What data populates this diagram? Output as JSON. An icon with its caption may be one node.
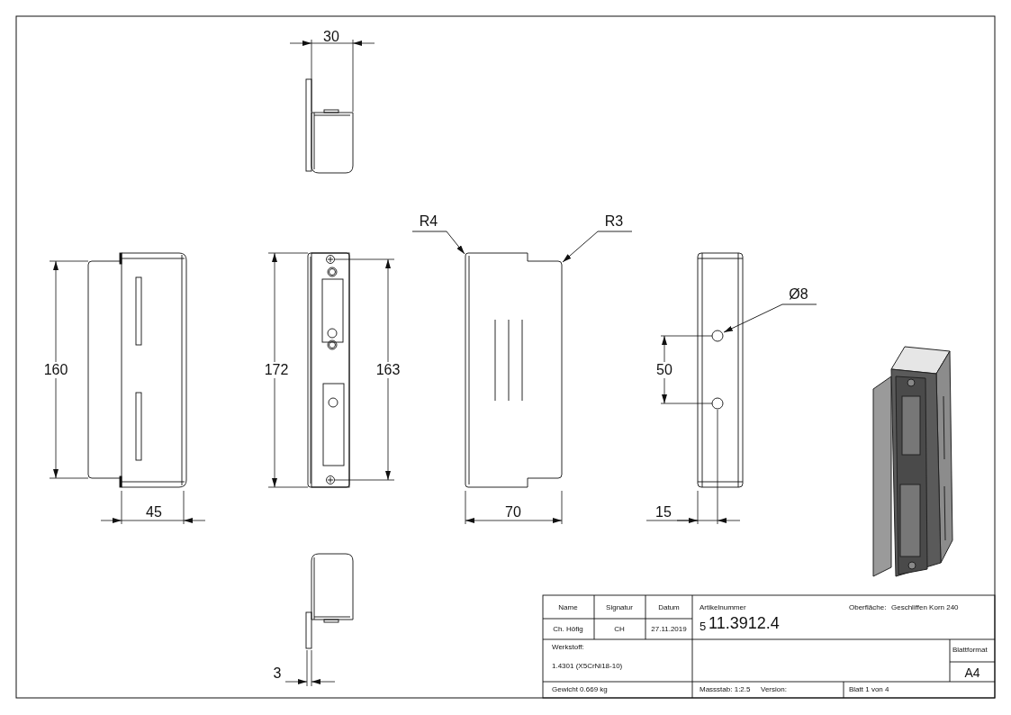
{
  "diagram": {
    "nodes": [
      {
        "text": [
          "R4"
        ]
      },
      {
        "text": [
          "R3"
        ]
      },
      {
        "text": [
          "Ø8"
        ]
      },
      {
        "text": [],
        "shape": "picture"
      },
      {
        "text": [],
        "shape": "picture"
      }
    ],
    "edges": [
      {
        "from": 0,
        "to": 3,
        "arrow": "to"
      },
      {
        "from": 1,
        "to": 3,
        "arrow": "to"
      },
      {
        "from": 2,
        "to": 4,
        "arrow": "to"
      }
    ],
    "labels": [
      "30",
      "160",
      "172",
      "163",
      "50",
      "45",
      "70",
      "15",
      "3",
      "Name",
      "Signatur",
      "Datum",
      "Artikelnummer",
      "Oberfläche:",
      "Geschliffen Korn 240",
      "Ch. Höfig",
      "CH",
      "27.11.2019",
      "5",
      "11.3912.4",
      "Werkstoff:",
      "Blattformat",
      "1.4301 (X5CrNi18-10)",
      "A4",
      "Gewicht 0.669 kg",
      "Massstab: 1:2.5",
      "Version:",
      "Blatt 1 von 4"
    ]
  }
}
